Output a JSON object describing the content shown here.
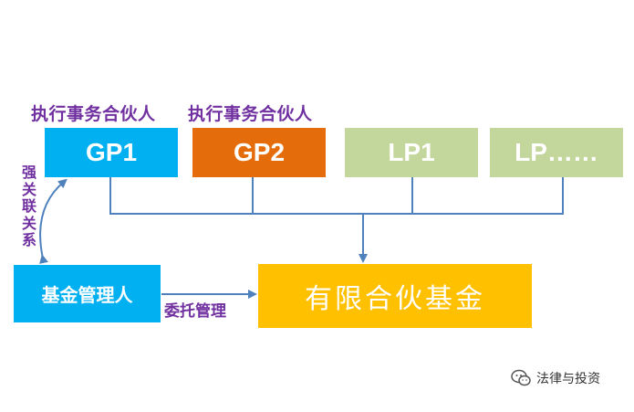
{
  "labels": {
    "exec_partner_1": "执行事务合伙人",
    "exec_partner_2": "执行事务合伙人",
    "strong_relation": "强关联关系",
    "entrusted_management": "委托管理"
  },
  "boxes": {
    "gp1": "GP1",
    "gp2": "GP2",
    "lp1": "LP1",
    "lp2": "LP……",
    "fund_manager": "基金管理人",
    "limited_partnership_fund": "有限合伙基金"
  },
  "watermark": {
    "text": "法律与投资",
    "icon": "wechat-icon"
  },
  "colors": {
    "blue": "#00B0F0",
    "orange": "#E46C0A",
    "green": "#C3D69B",
    "gold": "#FFC000",
    "purple": "#7030A0",
    "connector": "#4F81BD"
  }
}
